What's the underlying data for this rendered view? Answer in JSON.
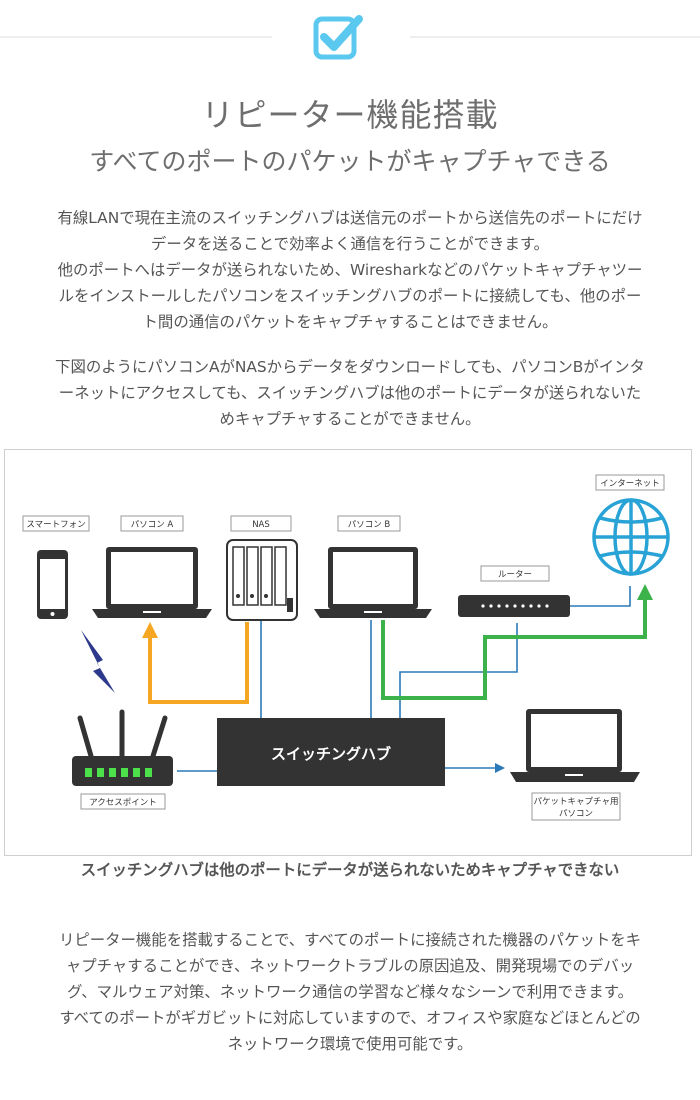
{
  "title": "リピーター機能搭載",
  "subtitle": "すべてのポートのパケットがキャプチャできる",
  "intro_lines": [
    "有線LANで現在主流のスイッチングハブは送信元のポートから送信先のポートにだけ",
    "データを送ることで効率よく通信を行うことができます。",
    "他のポートへはデータが送られないため、Wiresharkなどのパケットキャプチャツー",
    "ルをインストールしたパソコンをスイッチングハブのポートに接続しても、他のポー",
    "ト間の通信のパケットをキャプチャすることはできません。"
  ],
  "example_lines": [
    "下図のようにパソコンAがNASからデータをダウンロードしても、パソコンBがインタ",
    "ーネットにアクセスしても、スイッチングハブは他のポートにデータが送られないた",
    "めキャプチャすることができません。"
  ],
  "diagram": {
    "labels": {
      "smartphone": "スマートフォン",
      "pc_a": "パソコン A",
      "nas": "NAS",
      "pc_b": "パソコン B",
      "internet": "インターネット",
      "router": "ルーター",
      "switch": "スイッチングハブ",
      "access_point": "アクセスポイント",
      "capture_pc_line1": "パケットキャプチャ用",
      "capture_pc_line2": "パソコン"
    },
    "colors": {
      "download_flow": "#f5a623",
      "internet_flow": "#3bb34a",
      "cable": "#2a7ab8",
      "wireless": "#2d3a8c",
      "device": "#333333",
      "globe": "#29a3d6",
      "check_icon": "#5bc8ef"
    }
  },
  "caption": "スイッチングハブは他のポートにデータが送られないためキャプチャできない",
  "outro_lines": [
    "リピーター機能を搭載することで、すべてのポートに接続された機器のパケットをキ",
    "ャプチャすることができ、ネットワークトラブルの原因追及、開発現場でのデバッ",
    "グ、マルウェア対策、ネットワーク通信の学習など様々なシーンで利用できます。",
    "すべてのポートがギガビットに対応していますので、オフィスや家庭などほとんどの",
    "ネットワーク環境で使用可能です。"
  ]
}
